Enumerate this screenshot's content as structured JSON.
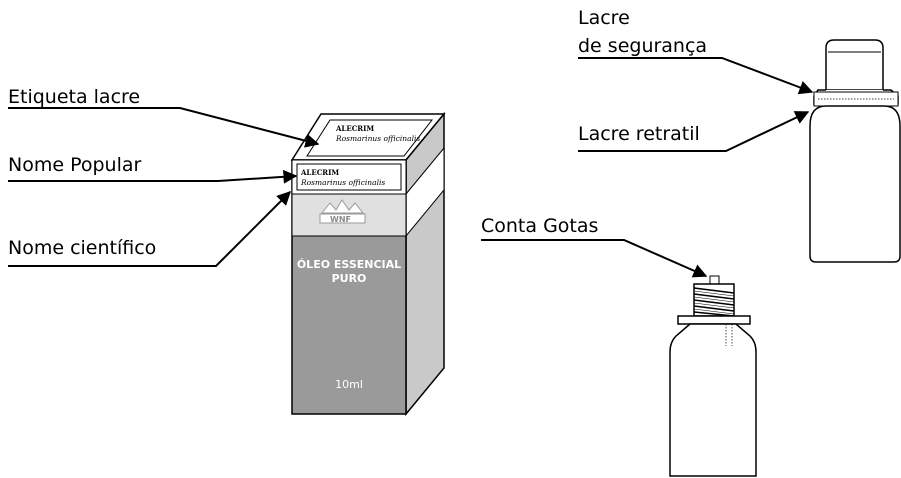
{
  "labels": {
    "etiqueta_lacre": "Etiqueta lacre",
    "nome_popular": "Nome Popular",
    "nome_cientifico": "Nome científico",
    "lacre_line1": "Lacre",
    "lacre_line2": "de segurança",
    "lacre_retratil": "Lacre retratil",
    "conta_gotas": "Conta Gotas"
  },
  "box": {
    "top_label_name": "ALECRIM",
    "top_label_scientific": "Rosmarinus officinalis",
    "front_label_name": "ALECRIM",
    "front_label_scientific": "Rosmarinus officinalis",
    "brand": "WNF",
    "product_line1": "ÓLEO ESSENCIAL",
    "product_line2": "PURO",
    "volume": "10ml"
  },
  "colors": {
    "box_gray": "#9a9a9a",
    "box_side_gray": "#c9c9c9",
    "box_white_band": "#e0e0e0",
    "ink": "#000000"
  }
}
